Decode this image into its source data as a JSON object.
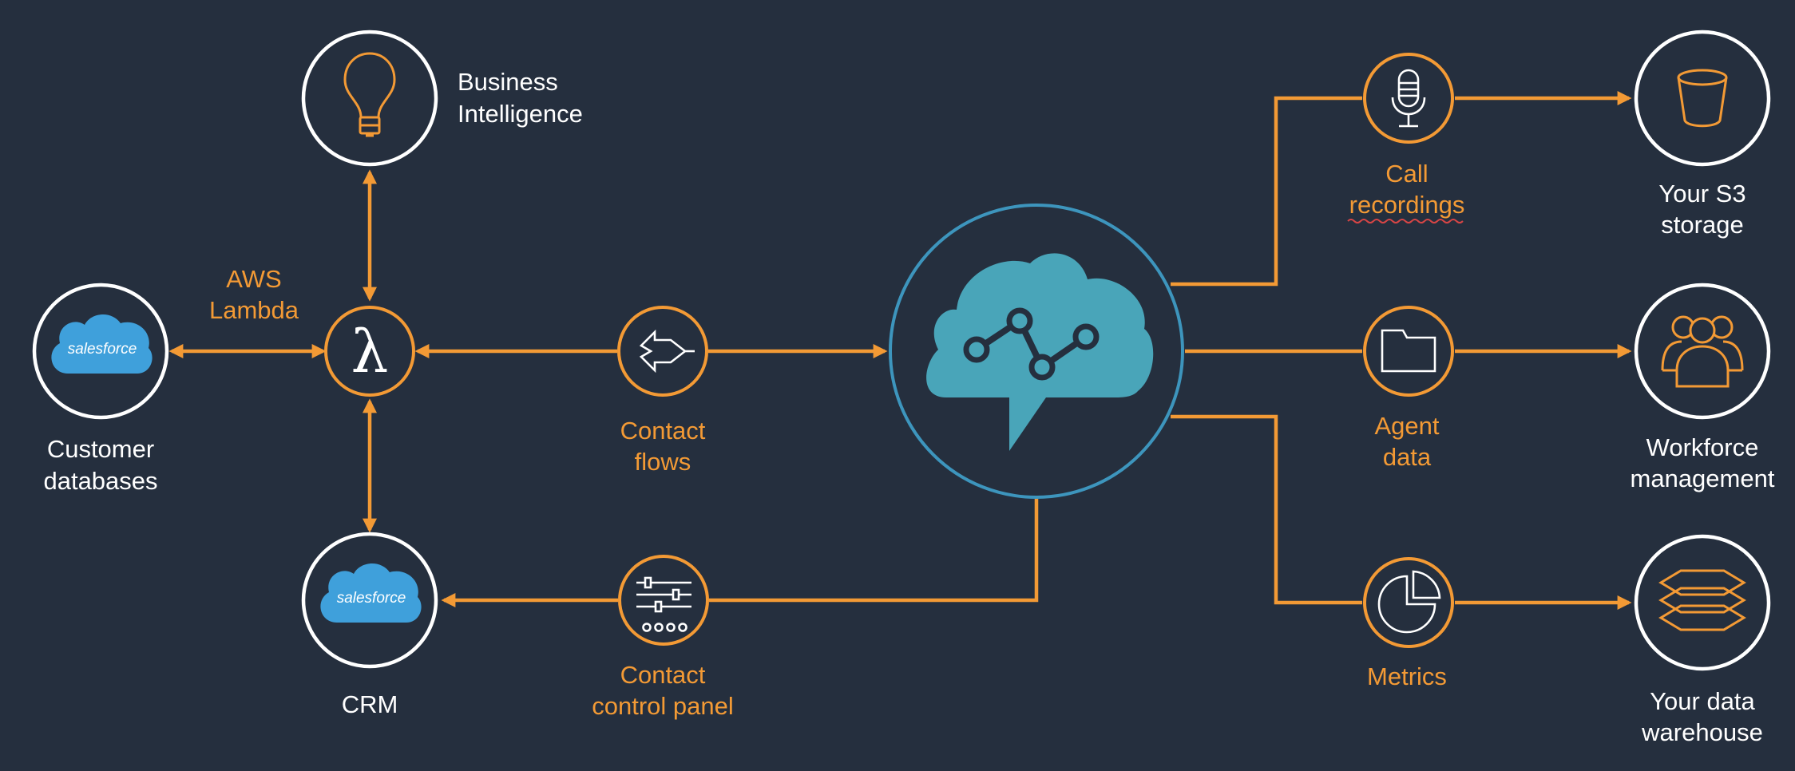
{
  "colors": {
    "background": "#252f3e",
    "accent": "#f39a35",
    "node_ring": "#ffffff",
    "hub_ring": "#3d95bd",
    "cloud": "#49a5b9",
    "salesforce": "#3fa0db"
  },
  "hub": {
    "icon": "contact-center-cloud-icon"
  },
  "nodes": {
    "business_intelligence": {
      "label_lines": [
        "Business",
        "Intelligence"
      ],
      "icon": "lightbulb-icon"
    },
    "lambda": {
      "label_lines": [
        "AWS",
        "Lambda"
      ],
      "icon": "lambda-icon",
      "glyph": "λ"
    },
    "customer_databases": {
      "label_lines": [
        "Customer",
        "databases"
      ],
      "icon": "salesforce-icon",
      "logo_text": "salesforce"
    },
    "crm": {
      "label_lines": [
        "CRM"
      ],
      "icon": "salesforce-icon",
      "logo_text": "salesforce"
    },
    "contact_flows": {
      "label_lines": [
        "Contact",
        "flows"
      ],
      "icon": "split-arrows-icon"
    },
    "contact_control_panel": {
      "label_lines": [
        "Contact",
        "control panel"
      ],
      "icon": "sliders-panel-icon"
    },
    "call_recordings": {
      "label_lines": [
        "Call",
        "recordings"
      ],
      "icon": "microphone-icon"
    },
    "agent_data": {
      "label_lines": [
        "Agent",
        "data"
      ],
      "icon": "folder-icon"
    },
    "metrics": {
      "label_lines": [
        "Metrics"
      ],
      "icon": "pie-chart-icon"
    },
    "s3_storage": {
      "label_lines": [
        "Your S3",
        "storage"
      ],
      "icon": "bucket-icon"
    },
    "workforce_management": {
      "label_lines": [
        "Workforce",
        "management"
      ],
      "icon": "users-group-icon"
    },
    "data_warehouse": {
      "label_lines": [
        "Your data",
        "warehouse"
      ],
      "icon": "stacked-layers-icon"
    }
  }
}
